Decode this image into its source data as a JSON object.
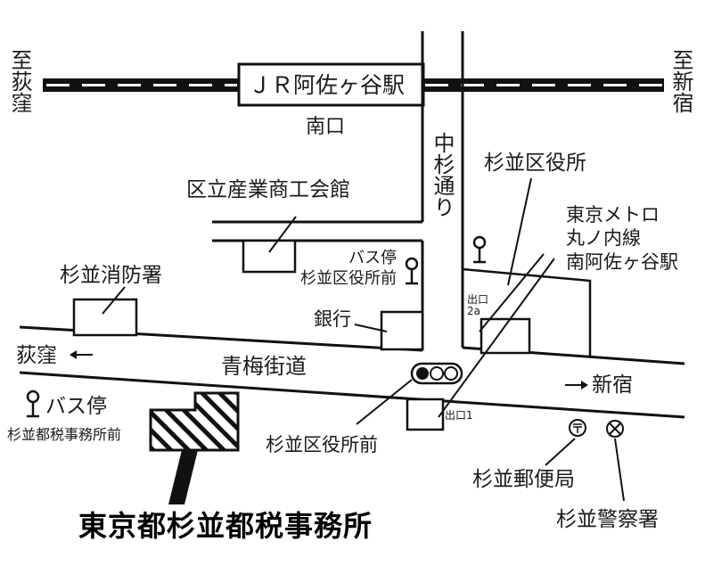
{
  "station": {
    "name": "ＪＲ阿佐ヶ谷駅",
    "exit": "南口"
  },
  "directions": {
    "left_top": "至荻窪",
    "right_top": "至新宿",
    "left_road": "荻窪",
    "right_road": "新宿"
  },
  "streets": {
    "vertical": "中杉通り",
    "horizontal": "青梅街道"
  },
  "places": {
    "industry_hall": "区立産業商工会館",
    "fire_station": "杉並消防署",
    "bus_stop_north": "バス停\n杉並区役所前",
    "bank": "銀行",
    "ward_office": "杉並区役所",
    "metro": "東京メトロ\n丸ノ内線\n南阿佐ヶ谷駅",
    "metro_exit_2a": "出口\n2a",
    "metro_exit_1": "出口1",
    "bus_stop_south": "バス停",
    "bus_stop_south_name": "杉並都税事務所前",
    "bus_stop_ward_office": "杉並区役所前",
    "post_office": "杉並郵便局",
    "police_station": "杉並警察署",
    "target": "東京都杉並都税事務所"
  },
  "colors": {
    "ink": "#111111",
    "paper": "#ffffff"
  },
  "icons": [
    "bus-stop-icon",
    "traffic-signal-icon",
    "post-office-icon",
    "police-icon",
    "arrow-left-icon",
    "arrow-right-icon"
  ]
}
